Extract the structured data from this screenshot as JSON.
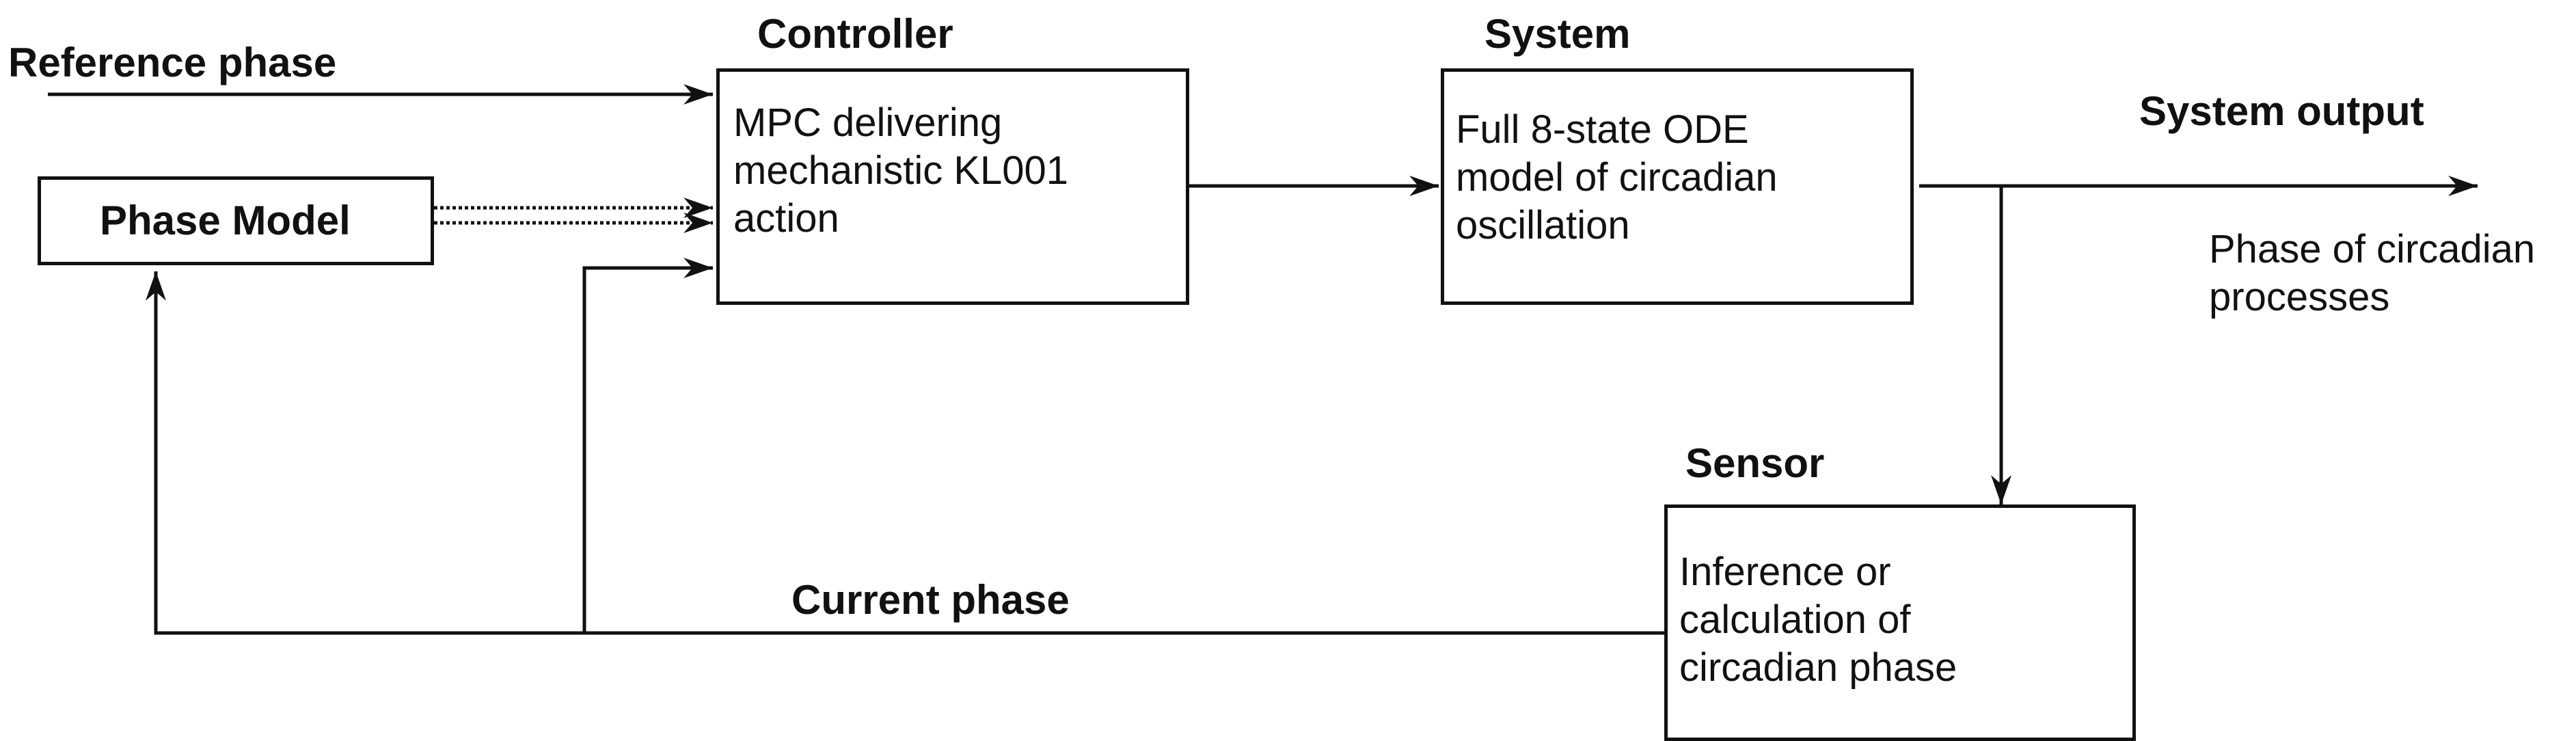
{
  "labels": {
    "reference_phase": "Reference phase",
    "controller": "Controller",
    "system": "System",
    "system_output": "System output",
    "sensor": "Sensor",
    "current_phase": "Current phase",
    "output_desc": [
      "Phase of circadian",
      "processes"
    ]
  },
  "boxes": {
    "phase_model": "Phase Model",
    "controller": [
      "MPC delivering",
      "mechanistic KL001",
      "action"
    ],
    "system": [
      "Full 8-state ODE",
      "model of circadian",
      "oscillation"
    ],
    "sensor": [
      "Inference or",
      "calculation of",
      "circadian phase"
    ]
  }
}
